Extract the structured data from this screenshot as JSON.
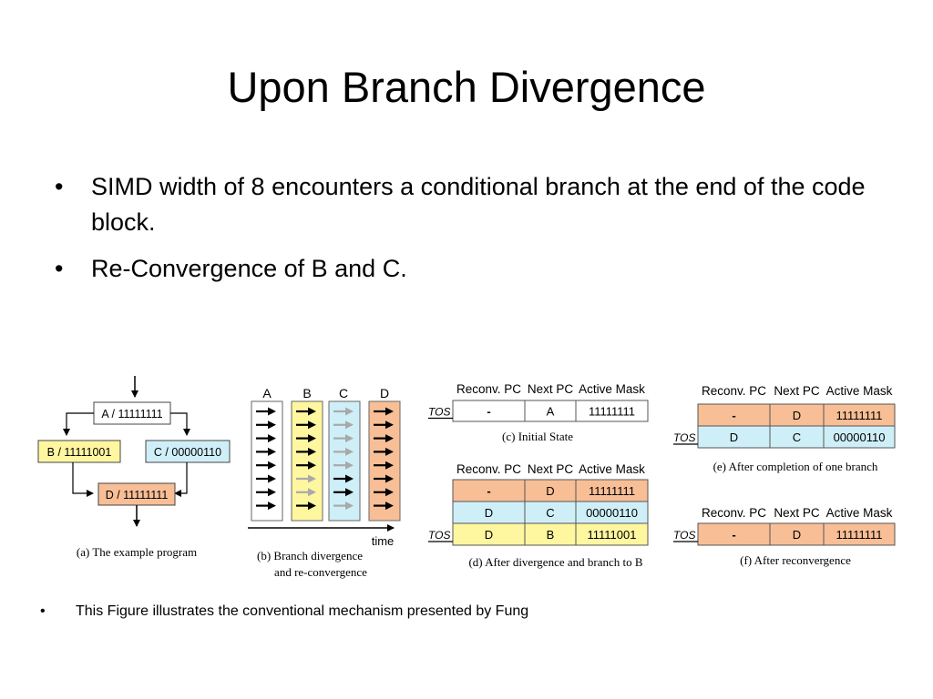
{
  "title": "Upon Branch Divergence",
  "bullets": [
    "SIMD width of 8 encounters a conditional branch at the end of the code block.",
    "Re-Convergence of B and C."
  ],
  "footnote": "This Figure illustrates the conventional mechanism presented by Fung",
  "colors": {
    "A": "#ffffff",
    "B": "#fff6a0",
    "C": "#cfeff8",
    "D": "#f8be96"
  },
  "program": {
    "nodes": [
      {
        "id": "A",
        "label": "A / 11111111",
        "color": "#ffffff"
      },
      {
        "id": "B",
        "label": "B / 11111001",
        "color": "#fff6a0"
      },
      {
        "id": "C",
        "label": "C / 00000110",
        "color": "#cfeff8"
      },
      {
        "id": "D",
        "label": "D / 11111111",
        "color": "#f8be96"
      }
    ],
    "caption": "(a) The example program"
  },
  "lanes": {
    "headers": [
      "A",
      "B",
      "C",
      "D"
    ],
    "masks": [
      "11111111",
      "11111001",
      "00000110",
      "11111111"
    ],
    "time_label": "time",
    "caption1": "(b) Branch divergence",
    "caption2": "and re-convergence"
  },
  "stack_header": [
    "Reconv. PC",
    "Next PC",
    "Active Mask"
  ],
  "tos_label": "TOS",
  "stacks": {
    "c": {
      "caption": "(c) Initial State",
      "rows": [
        {
          "reconv": "-",
          "next": "A",
          "mask": "11111111",
          "color": "#ffffff"
        }
      ]
    },
    "d": {
      "caption": "(d) After divergence and branch to B",
      "rows": [
        {
          "reconv": "-",
          "next": "D",
          "mask": "11111111",
          "color": "#f8be96"
        },
        {
          "reconv": "D",
          "next": "C",
          "mask": "00000110",
          "color": "#cfeff8"
        },
        {
          "reconv": "D",
          "next": "B",
          "mask": "11111001",
          "color": "#fff6a0"
        }
      ]
    },
    "e": {
      "caption": "(e) After completion of one branch",
      "rows": [
        {
          "reconv": "-",
          "next": "D",
          "mask": "11111111",
          "color": "#f8be96"
        },
        {
          "reconv": "D",
          "next": "C",
          "mask": "00000110",
          "color": "#cfeff8"
        }
      ]
    },
    "f": {
      "caption": "(f) After reconvergence",
      "rows": [
        {
          "reconv": "-",
          "next": "D",
          "mask": "11111111",
          "color": "#f8be96"
        }
      ]
    }
  }
}
